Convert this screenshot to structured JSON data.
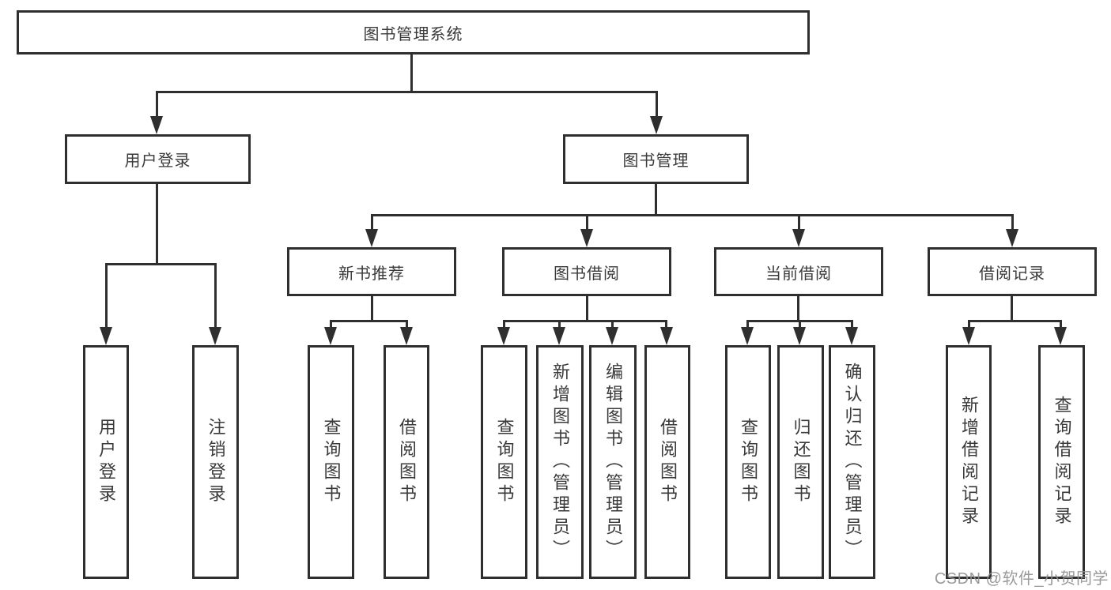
{
  "diagram_title": "图书管理系统",
  "colors": {
    "line": "#2f2f2f",
    "box_border": "#2f2f2f",
    "text": "#3a3a3a",
    "background": "#ffffff",
    "watermark": "#919191"
  },
  "tree": {
    "label": "图书管理系统",
    "children": [
      {
        "label": "用户登录",
        "children": [
          {
            "label": "用户登录"
          },
          {
            "label": "注销登录"
          }
        ]
      },
      {
        "label": "图书管理",
        "children": [
          {
            "label": "新书推荐",
            "children": [
              {
                "label": "查询图书"
              },
              {
                "label": "借阅图书"
              }
            ]
          },
          {
            "label": "图书借阅",
            "children": [
              {
                "label": "查询图书"
              },
              {
                "label": "新增图书（管理员）"
              },
              {
                "label": "编辑图书（管理员）"
              },
              {
                "label": "借阅图书"
              }
            ]
          },
          {
            "label": "当前借阅",
            "children": [
              {
                "label": "查询图书"
              },
              {
                "label": "归还图书"
              },
              {
                "label": "确认归还（管理员）"
              }
            ]
          },
          {
            "label": "借阅记录",
            "children": [
              {
                "label": "新增借阅记录"
              },
              {
                "label": "查询借阅记录"
              }
            ]
          }
        ]
      }
    ]
  },
  "watermark": {
    "text": "CSDN @软件_小贺同学"
  }
}
